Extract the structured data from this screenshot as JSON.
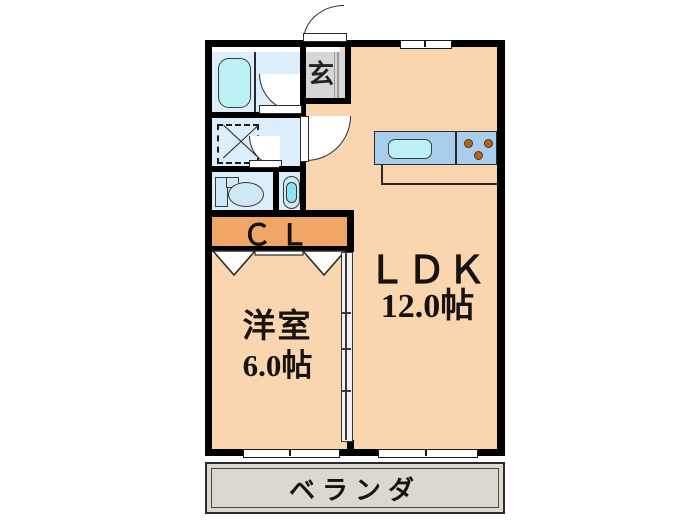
{
  "document": {
    "kind": "japanese-apartment-floor-plan",
    "layout_type": "1LDK"
  },
  "rooms": [
    {
      "id": "ldk",
      "name": "LDK",
      "label": "ＬＤＫ",
      "area_label": "12.0帖",
      "area_jo": 12.0
    },
    {
      "id": "washitsu",
      "name": "洋室",
      "label": "洋室",
      "area_label": "6.0帖",
      "area_jo": 6.0
    },
    {
      "id": "closet",
      "name": "closet",
      "label": "ＣＬ",
      "area_label": "",
      "area_jo": null
    },
    {
      "id": "genkan",
      "name": "玄関",
      "label": "玄",
      "area_label": "",
      "area_jo": null
    },
    {
      "id": "veranda",
      "name": "ベランダ",
      "label": "ベランダ",
      "area_label": "",
      "area_jo": null
    }
  ],
  "labels": {
    "ldk_name": "ＬＤＫ",
    "ldk_area": "12.0帖",
    "room_name": "洋室",
    "room_area": "6.0帖",
    "closet": "ＣＬ",
    "genkan": "玄",
    "veranda": "ベランダ"
  },
  "fixtures": [
    {
      "name": "bathtub",
      "room": "bathroom"
    },
    {
      "name": "washing-machine-space",
      "room": "washroom"
    },
    {
      "name": "toilet",
      "room": "toilet"
    },
    {
      "name": "wash-basin",
      "room": "wash-closet"
    },
    {
      "name": "kitchen-sink",
      "room": "ldk"
    },
    {
      "name": "gas-stove",
      "room": "ldk",
      "burners": 3
    }
  ],
  "openings": [
    {
      "name": "entrance-door",
      "type": "hinged-door"
    },
    {
      "name": "bathroom-door",
      "type": "hinged-door"
    },
    {
      "name": "washroom-door",
      "type": "hinged-door"
    },
    {
      "name": "hallway-door",
      "type": "hinged-door"
    },
    {
      "name": "toilet-door",
      "type": "hinged-door"
    },
    {
      "name": "closet-doors",
      "type": "folding-door"
    },
    {
      "name": "room-partition",
      "type": "sliding-door"
    },
    {
      "name": "ldk-balcony-window",
      "type": "sliding-window"
    },
    {
      "name": "room-balcony-window",
      "type": "sliding-window"
    },
    {
      "name": "ldk-north-window",
      "type": "sliding-window"
    }
  ],
  "colors": {
    "floor": "#fad6b0",
    "wet_area": "#dceefb",
    "closet": "#f0a667",
    "entrance": "#d6d6d6",
    "veranda": "#ddd8cf",
    "wall": "#000000",
    "kitchen_counter": "#a9cdec",
    "sink": "#bdf0f5",
    "burner": "#b5621d"
  }
}
